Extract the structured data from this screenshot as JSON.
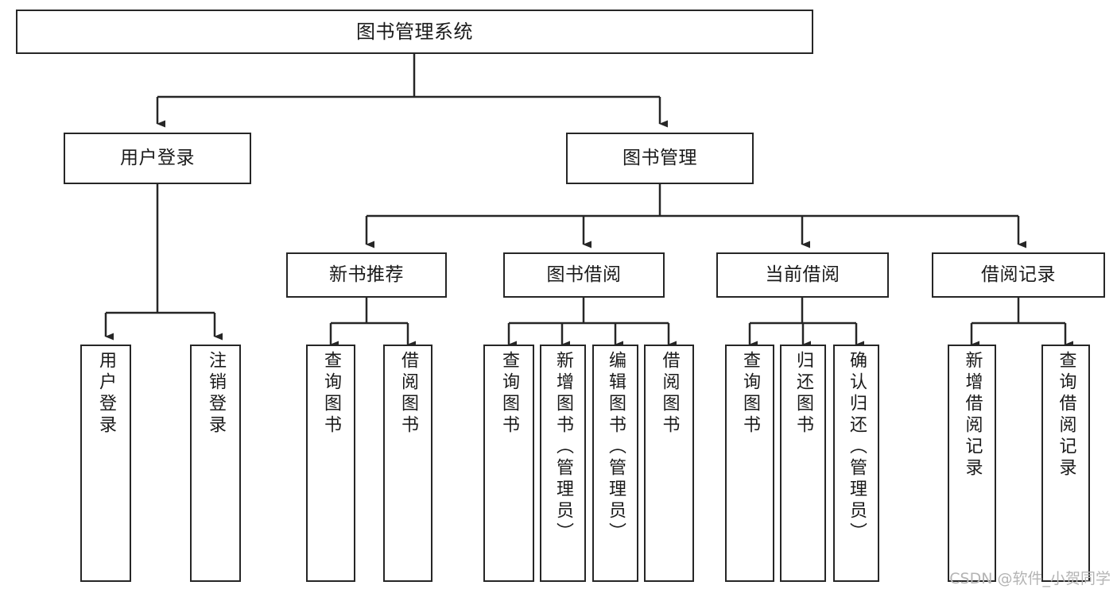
{
  "diagram": {
    "title": "图书管理系统",
    "type": "tree-hierarchy-chart",
    "stroke_color": "#262626",
    "fill_color": "#ffffff",
    "text_color": "#1a1a1a"
  },
  "watermark": {
    "text": "CSDN @软件_小贺同学",
    "color": "#b4b4b4"
  },
  "nodes": {
    "root": {
      "label": "图书管理系统"
    },
    "level1": [
      {
        "id": "user-login",
        "label": "用户登录"
      },
      {
        "id": "book-manage",
        "label": "图书管理"
      }
    ],
    "level2": [
      {
        "id": "new-book-recommend",
        "label": "新书推荐"
      },
      {
        "id": "book-borrow",
        "label": "图书借阅"
      },
      {
        "id": "current-borrow",
        "label": "当前借阅"
      },
      {
        "id": "borrow-record",
        "label": "借阅记录"
      }
    ],
    "leaves": {
      "user-login": [
        {
          "id": "leaf-user-login",
          "label": "用户登录"
        },
        {
          "id": "leaf-logout-login",
          "label": "注销登录"
        }
      ],
      "new-book-recommend": [
        {
          "id": "leaf-query-book-1",
          "label": "查询图书"
        },
        {
          "id": "leaf-borrow-book-1",
          "label": "借阅图书"
        }
      ],
      "book-borrow": [
        {
          "id": "leaf-query-book-2",
          "label": "查询图书"
        },
        {
          "id": "leaf-add-book",
          "label": "新增图书（管理员）"
        },
        {
          "id": "leaf-edit-book",
          "label": "编辑图书（管理员）"
        },
        {
          "id": "leaf-borrow-book-2",
          "label": "借阅图书"
        }
      ],
      "current-borrow": [
        {
          "id": "leaf-query-book-3",
          "label": "查询图书"
        },
        {
          "id": "leaf-return-book",
          "label": "归还图书"
        },
        {
          "id": "leaf-confirm-return",
          "label": "确认归还（管理员）"
        }
      ],
      "borrow-record": [
        {
          "id": "leaf-add-record",
          "label": "新增借阅记录"
        },
        {
          "id": "leaf-query-record",
          "label": "查询借阅记录"
        }
      ]
    }
  }
}
